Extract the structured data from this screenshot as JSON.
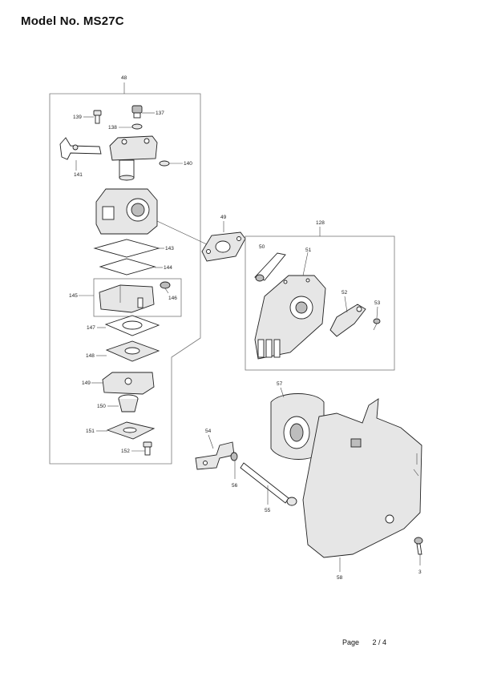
{
  "header": {
    "title": "Model No. MS27C"
  },
  "footer": {
    "page_label": "Page",
    "page_number": "2 / 4"
  },
  "callouts": {
    "c48": "48",
    "c139": "139",
    "c137": "137",
    "c138": "138",
    "c140": "140",
    "c141": "141",
    "c49": "49",
    "c143": "143",
    "c144": "144",
    "c145": "145",
    "c146": "146",
    "c147": "147",
    "c148": "148",
    "c149": "149",
    "c150": "150",
    "c151": "151",
    "c152": "152",
    "c128": "128",
    "c50": "50",
    "c51": "51",
    "c52": "52",
    "c53": "53",
    "c57": "57",
    "c54": "54",
    "c56": "56",
    "c55": "55",
    "c58": "58",
    "c3": "3"
  }
}
